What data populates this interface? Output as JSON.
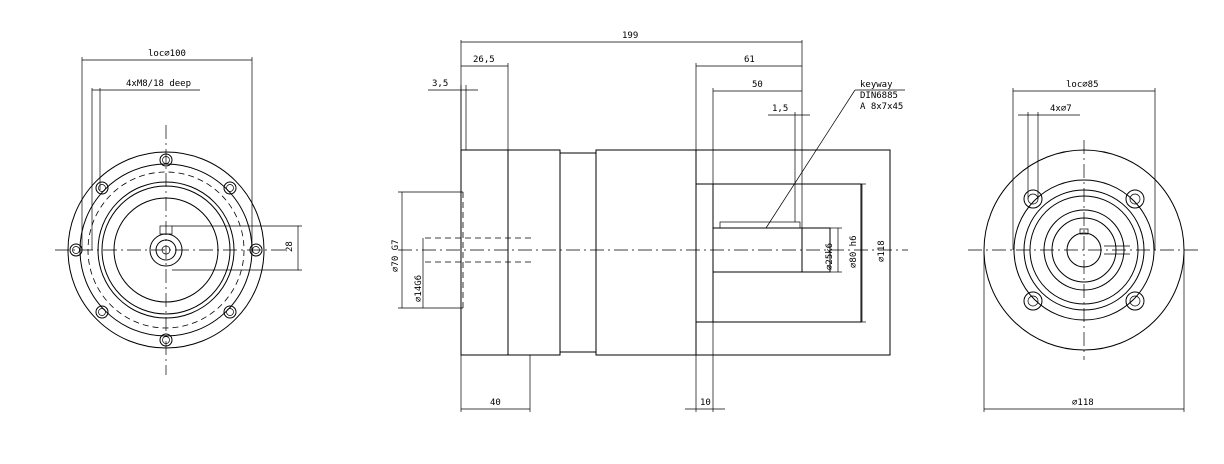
{
  "left_view": {
    "loc_diameter": "loc⌀100",
    "holes": "4xM8/18 deep",
    "height_dim": "28"
  },
  "side_view": {
    "overall_length": "199",
    "flange_len": "26,5",
    "offset": "3,5",
    "shaft_len": "61",
    "key_len": "50",
    "key_offset": "1,5",
    "keyway_l1": "keyway",
    "keyway_l2": "DIN6885",
    "keyway_l3": "A 8x7x45",
    "bore_dia": "⌀70 G7",
    "input_dia": "⌀14G6",
    "shaft_dia": "⌀25k6",
    "pilot_dia": "⌀80 h6",
    "body_dia": "⌀118",
    "body_len": "40",
    "flange_thk": "10"
  },
  "right_view": {
    "loc_diameter": "loc⌀85",
    "holes": "4x⌀7",
    "outer_dia": "⌀118"
  }
}
